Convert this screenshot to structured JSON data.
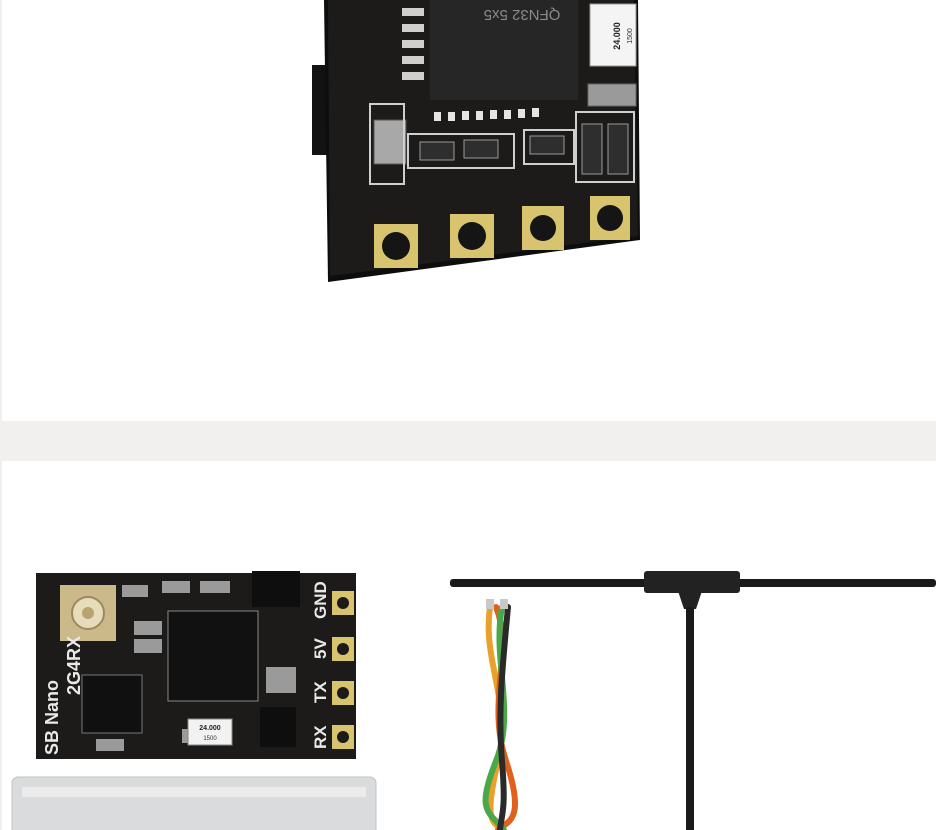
{
  "top_board": {
    "chip_marking": "QFN32 5x5",
    "crystal_freq": "24.000",
    "crystal_code": "1500"
  },
  "bottom_board": {
    "model_line1": "SB Nano",
    "model_line2": "2G4RX",
    "pin_labels": [
      "GND",
      "5V",
      "TX",
      "RX"
    ],
    "crystal_freq": "24.000",
    "crystal_code": "1500"
  },
  "colors": {
    "pcb": "#1c1b1a",
    "pad_gold": "#d8c36e",
    "antenna": "#1a1a1a",
    "wire_colors": [
      "#e8a12a",
      "#e06020",
      "#4aa84a",
      "#2a2a2a"
    ],
    "page_bg": "#f1f0ee"
  }
}
